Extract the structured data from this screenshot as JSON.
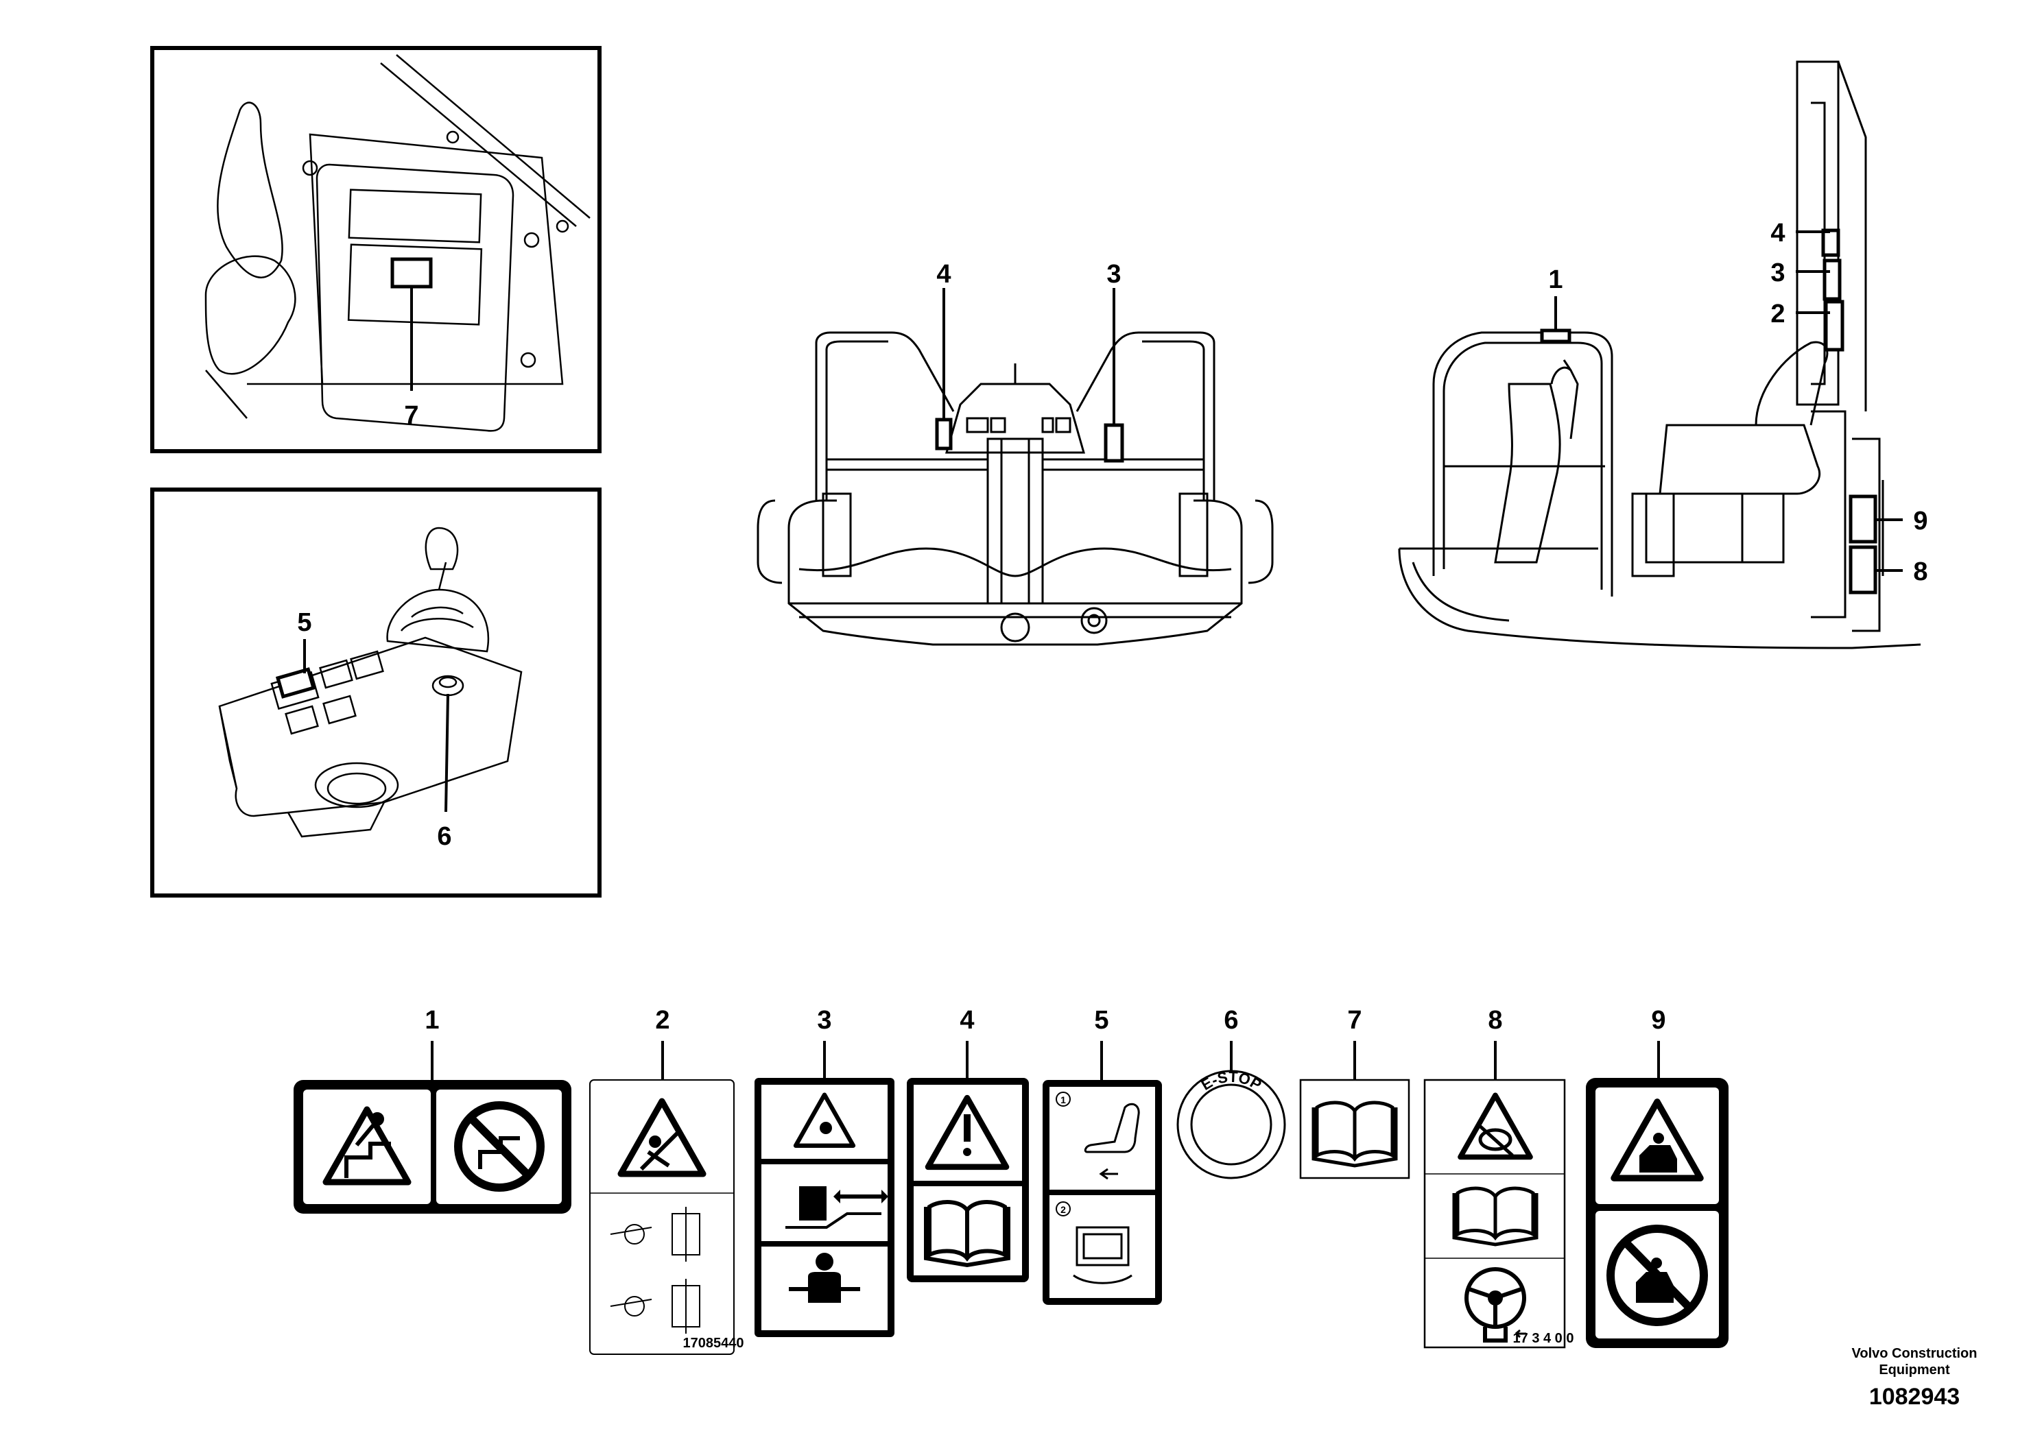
{
  "callouts": {
    "detail_box_1": [
      "7"
    ],
    "detail_box_2": [
      "5",
      "6"
    ],
    "front_view": [
      "4",
      "3"
    ],
    "side_view": [
      "1",
      "4",
      "3",
      "2",
      "9",
      "8"
    ]
  },
  "decal_labels": [
    "1",
    "2",
    "3",
    "4",
    "5",
    "6",
    "7",
    "8",
    "9"
  ],
  "decal_texts": {
    "estop": "E-STOP",
    "decal2_pn": "17085440",
    "decal8_pn": "17 3 4 0 0"
  },
  "brand": {
    "company_line1": "Volvo Construction",
    "company_line2": "Equipment",
    "part_number": "1082943"
  },
  "colors": {
    "line": "#000000",
    "background": "#ffffff"
  },
  "icons": [
    "warning-triangle-icon",
    "prohibition-icon",
    "manual-book-icon",
    "seat-belt-icon",
    "steering-wheel-icon",
    "seat-icon"
  ]
}
